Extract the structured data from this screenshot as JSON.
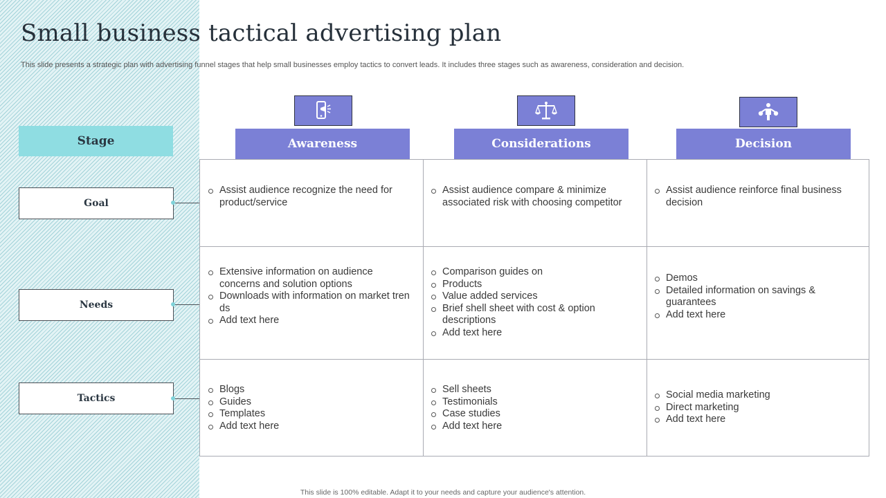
{
  "title": "Small business tactical advertising plan",
  "subtitle": "This slide presents a strategic plan with advertising funnel stages that help small businesses employ tactics to convert leads. It includes three stages such as awareness, consideration and decision.",
  "stage_label": "Stage",
  "rows": [
    "Goal",
    "Needs",
    "Tactics"
  ],
  "columns": [
    {
      "label": "Awareness",
      "icon": "mobile-megaphone-icon"
    },
    {
      "label": "Considerations",
      "icon": "balance-scale-icon"
    },
    {
      "label": "Decision",
      "icon": "person-choice-icon"
    }
  ],
  "cells": {
    "goal": [
      [
        "Assist audience recognize the need for product/service"
      ],
      [
        "Assist audience compare & minimize associated risk with choosing competitor"
      ],
      [
        "Assist audience reinforce final business decision"
      ]
    ],
    "needs": [
      [
        "Extensive information on audience concerns and solution options",
        "Downloads with information on market tren ds",
        "Add text here"
      ],
      [
        "Comparison guides on",
        "Products",
        "Value added services",
        "Brief shell sheet with cost & option descriptions",
        "Add text here"
      ],
      [
        "Demos",
        "Detailed information on savings & guarantees",
        "Add text here"
      ]
    ],
    "tactics": [
      [
        "Blogs",
        "Guides",
        "Templates",
        "Add text here"
      ],
      [
        "Sell sheets",
        "Testimonials",
        "Case studies",
        "Add text here"
      ],
      [
        "Social media marketing",
        "Direct marketing",
        "Add text here"
      ]
    ]
  },
  "footer": "This slide is 100% editable. Adapt it to your needs and capture your audience's attention.",
  "colors": {
    "accent": "#7b80d6",
    "stage": "#8fdde2",
    "panel": "#e3f3f5"
  }
}
